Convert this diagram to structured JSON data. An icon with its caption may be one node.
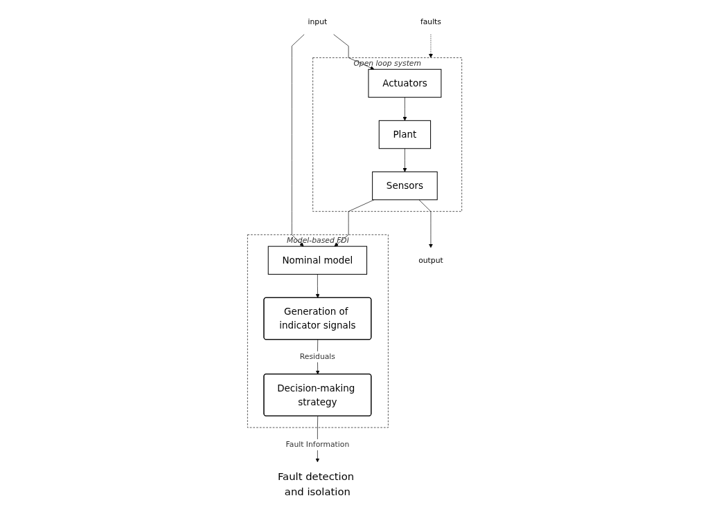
{
  "diagram": {
    "nodes": [
      {
        "text": [
          "faults"
        ]
      },
      {
        "text": [
          "input"
        ]
      },
      {
        "text": [
          "Open loop system"
        ]
      },
      {
        "text": [
          "Actuators"
        ],
        "in": 2
      },
      {
        "text": [
          "Plant"
        ],
        "in": 2
      },
      {
        "text": [
          "Sensors"
        ],
        "in": 2
      },
      {
        "text": [
          "output"
        ]
      },
      {
        "text": [
          "Model-based FDI"
        ]
      },
      {
        "text": [
          "Nominal model"
        ],
        "in": 7
      },
      {
        "text": [
          "Generation of indicator signals"
        ],
        "in": 7
      },
      {
        "text": [
          "Decision-making strategy"
        ],
        "in": 7
      },
      {
        "text": [
          "Fault detection and isolation"
        ]
      }
    ],
    "edges": [
      {
        "from": 0,
        "to": 2,
        "arrow": "to",
        "style": "dashed"
      },
      {
        "from": 1,
        "to": 3,
        "arrow": "to"
      },
      {
        "from": 3,
        "to": 4,
        "arrow": "to"
      },
      {
        "from": 4,
        "to": 5,
        "arrow": "to"
      },
      {
        "from": 5,
        "to": 6,
        "arrow": "to"
      },
      {
        "from": 1,
        "to": 8,
        "arrow": "to"
      },
      {
        "from": 5,
        "to": 8,
        "arrow": "to"
      },
      {
        "from": 8,
        "to": 9,
        "arrow": "to"
      },
      {
        "from": 9,
        "to": 10,
        "arrow": "to",
        "label": "Residuals"
      },
      {
        "from": 10,
        "to": 11,
        "arrow": "to",
        "label": "Fault Information"
      }
    ]
  }
}
